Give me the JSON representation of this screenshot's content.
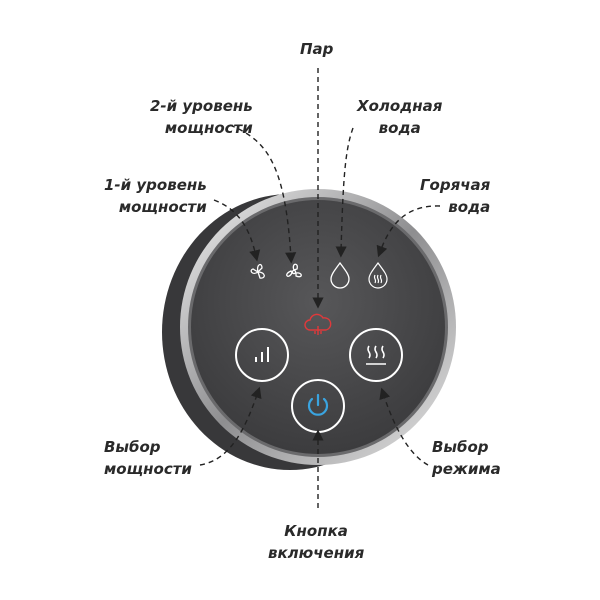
{
  "labels": {
    "steam": [
      "Пар"
    ],
    "level2": [
      "2-й уровень",
      "мощности"
    ],
    "cold": [
      "Холодная",
      "вода"
    ],
    "level1": [
      "1-й уровень",
      "мощности"
    ],
    "hot": [
      "Горячая",
      "вода"
    ],
    "power_select": [
      "Выбор",
      "мощности"
    ],
    "mode_select": [
      "Выбор",
      "режима"
    ],
    "power_button": [
      "Кнопка",
      "включения"
    ]
  },
  "colors": {
    "steam_icon": "#e0393b",
    "power_icon": "#3aa4e0",
    "panel": "#4a4a4c"
  }
}
